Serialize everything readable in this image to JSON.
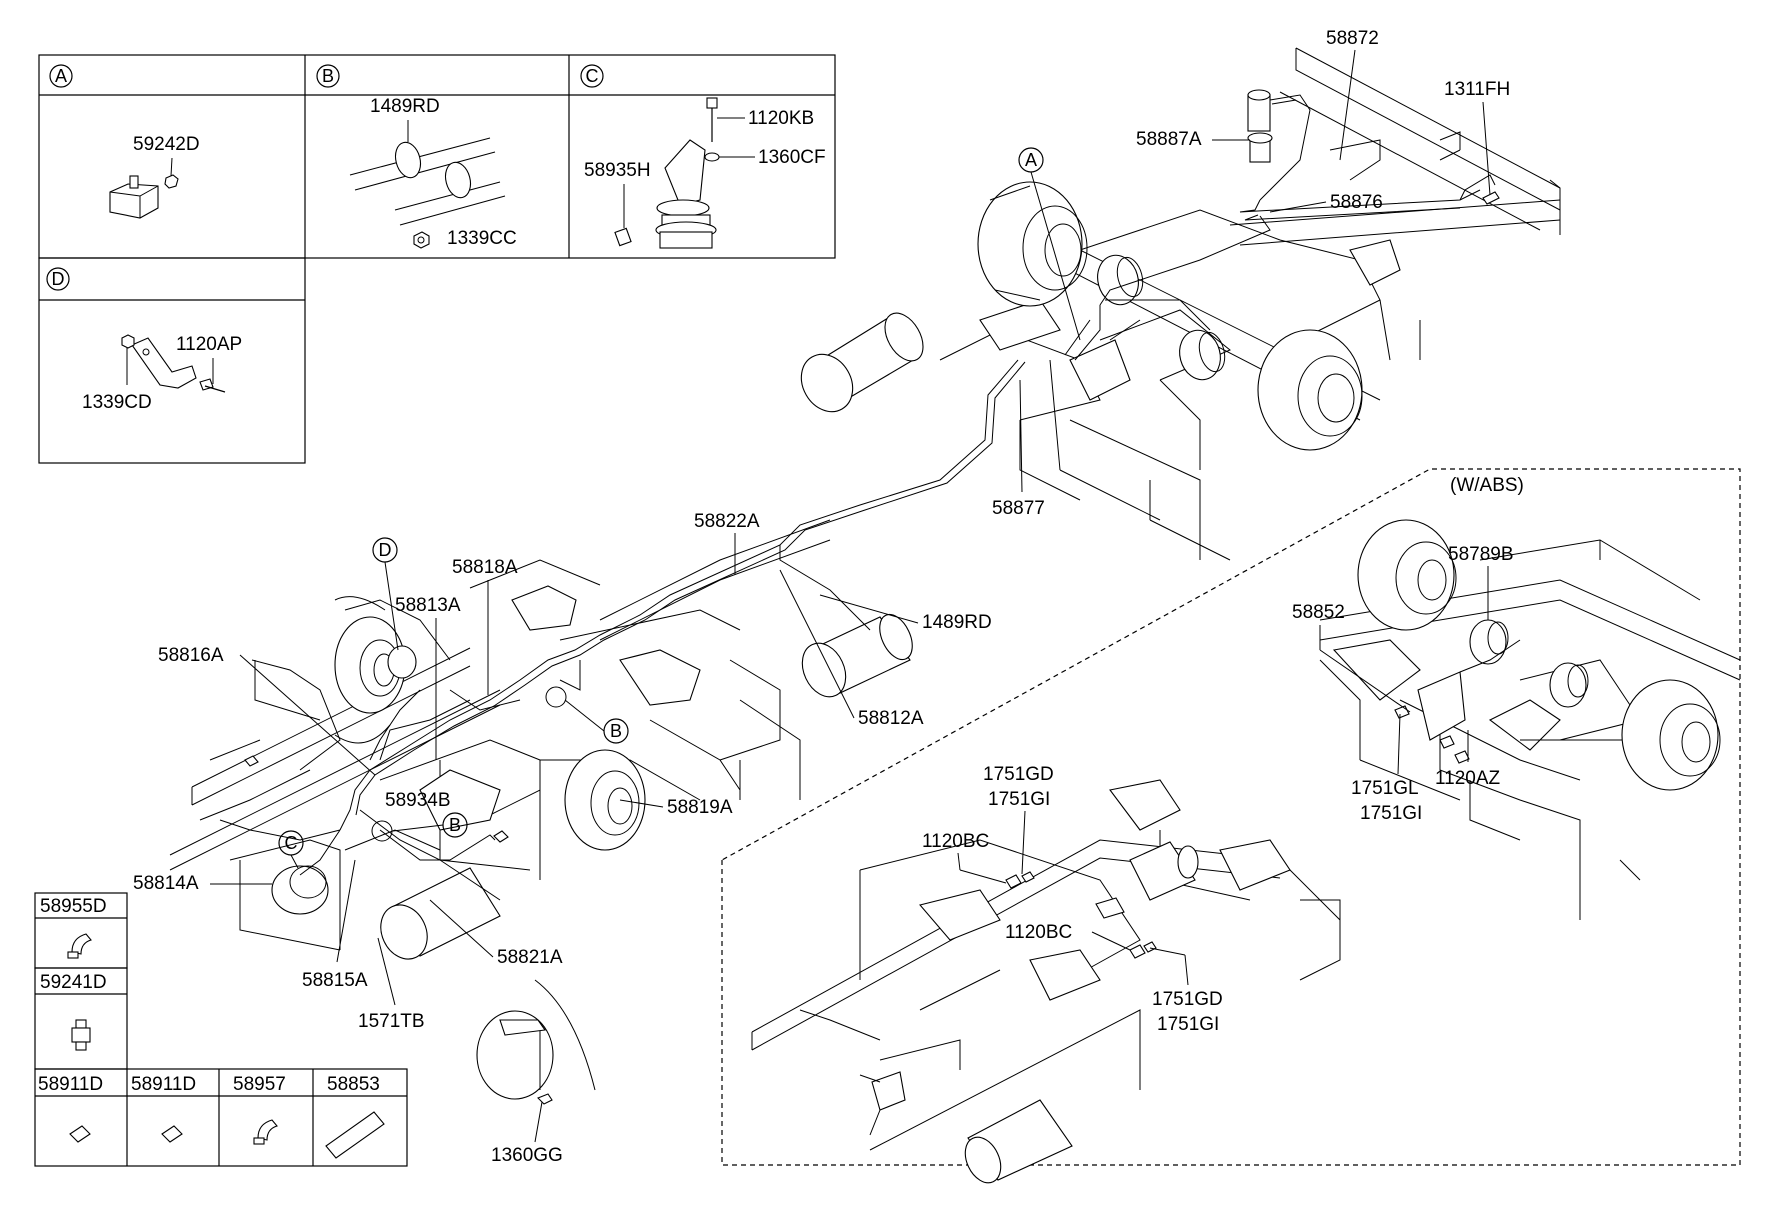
{
  "insets": {
    "A": {
      "letter": "A",
      "parts": [
        "59242D"
      ]
    },
    "B": {
      "letter": "B",
      "parts": [
        "1489RD",
        "1339CC"
      ]
    },
    "C": {
      "letter": "C",
      "parts": [
        "1120KB",
        "1360CF",
        "58935H"
      ]
    },
    "D": {
      "letter": "D",
      "parts": [
        "1120AP",
        "1339CD"
      ]
    }
  },
  "fittings_table": [
    {
      "code": "58955D"
    },
    {
      "code": "59241D"
    },
    {
      "code": "58911D"
    },
    {
      "code": "58911D"
    },
    {
      "code": "58957"
    },
    {
      "code": "58853"
    }
  ],
  "main_labels": {
    "l58872": "58872",
    "l1311FH": "1311FH",
    "l58887A": "58887A",
    "l58876": "58876",
    "l58877": "58877",
    "l58822A": "58822A",
    "l58818A": "58818A",
    "l58813A": "58813A",
    "l58816A": "58816A",
    "l1489RD": "1489RD",
    "l58812A": "58812A",
    "l58819A": "58819A",
    "l58934B": "58934B",
    "l58814A": "58814A",
    "l58815A": "58815A",
    "l58821A": "58821A",
    "l1571TB": "1571TB",
    "l1360GG": "1360GG"
  },
  "callouts": [
    "A",
    "D",
    "B",
    "B",
    "C"
  ],
  "abs": {
    "title": "(W/ABS)",
    "l58789B": "58789B",
    "l58852": "58852",
    "l1751GL": "1751GL",
    "l1751GI_a": "1751GI",
    "l1120AZ": "1120AZ",
    "l1751GD_a": "1751GD",
    "l1751GI_b": "1751GI",
    "l1120BC_a": "1120BC",
    "l1120BC_b": "1120BC",
    "l1751GD_b": "1751GD",
    "l1751GI_c": "1751GI"
  }
}
